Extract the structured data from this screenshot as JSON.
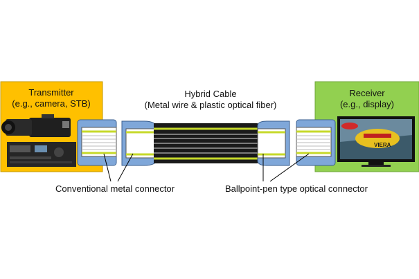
{
  "transmitter": {
    "title_line1": "Transmitter",
    "title_line2": "(e.g., camera, STB)",
    "box_color": "#ffc000"
  },
  "receiver": {
    "title_line1": "Receiver",
    "title_line2": "(e.g., display)",
    "box_color": "#92d050",
    "tv_screen_text": "VIERA"
  },
  "cable": {
    "title_line1": "Hybrid Cable",
    "title_line2": "(Metal wire & plastic optical fiber)"
  },
  "labels": {
    "metal_connector": "Conventional metal connector",
    "optical_connector": "Ballpoint-pen type optical connector"
  },
  "colors": {
    "connector_blue": "#7fa7d9",
    "connector_dark": "#3b5f8f",
    "fiber_green": "#c6d92a",
    "wire_gray": "#dcdcdc",
    "cable_black": "#1a1a1a"
  }
}
